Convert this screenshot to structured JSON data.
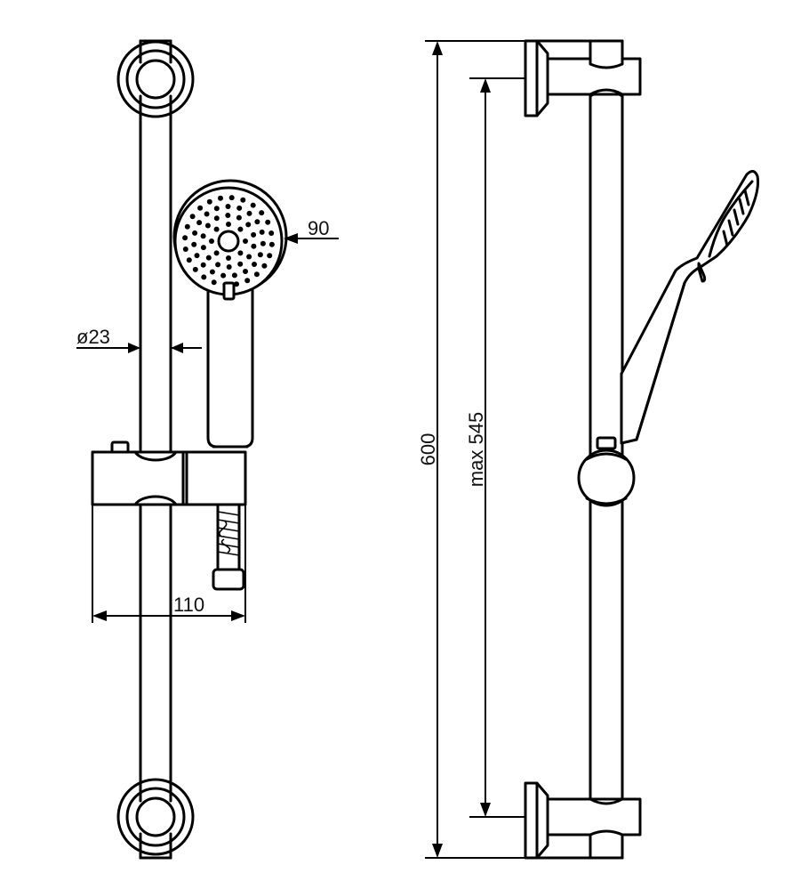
{
  "dimensions": {
    "head_diameter": "90",
    "rail_diameter": "ø23",
    "slider_width": "110",
    "total_height": "600",
    "max_spacing": "max 545"
  },
  "line_color": "#000000",
  "background": "#ffffff"
}
